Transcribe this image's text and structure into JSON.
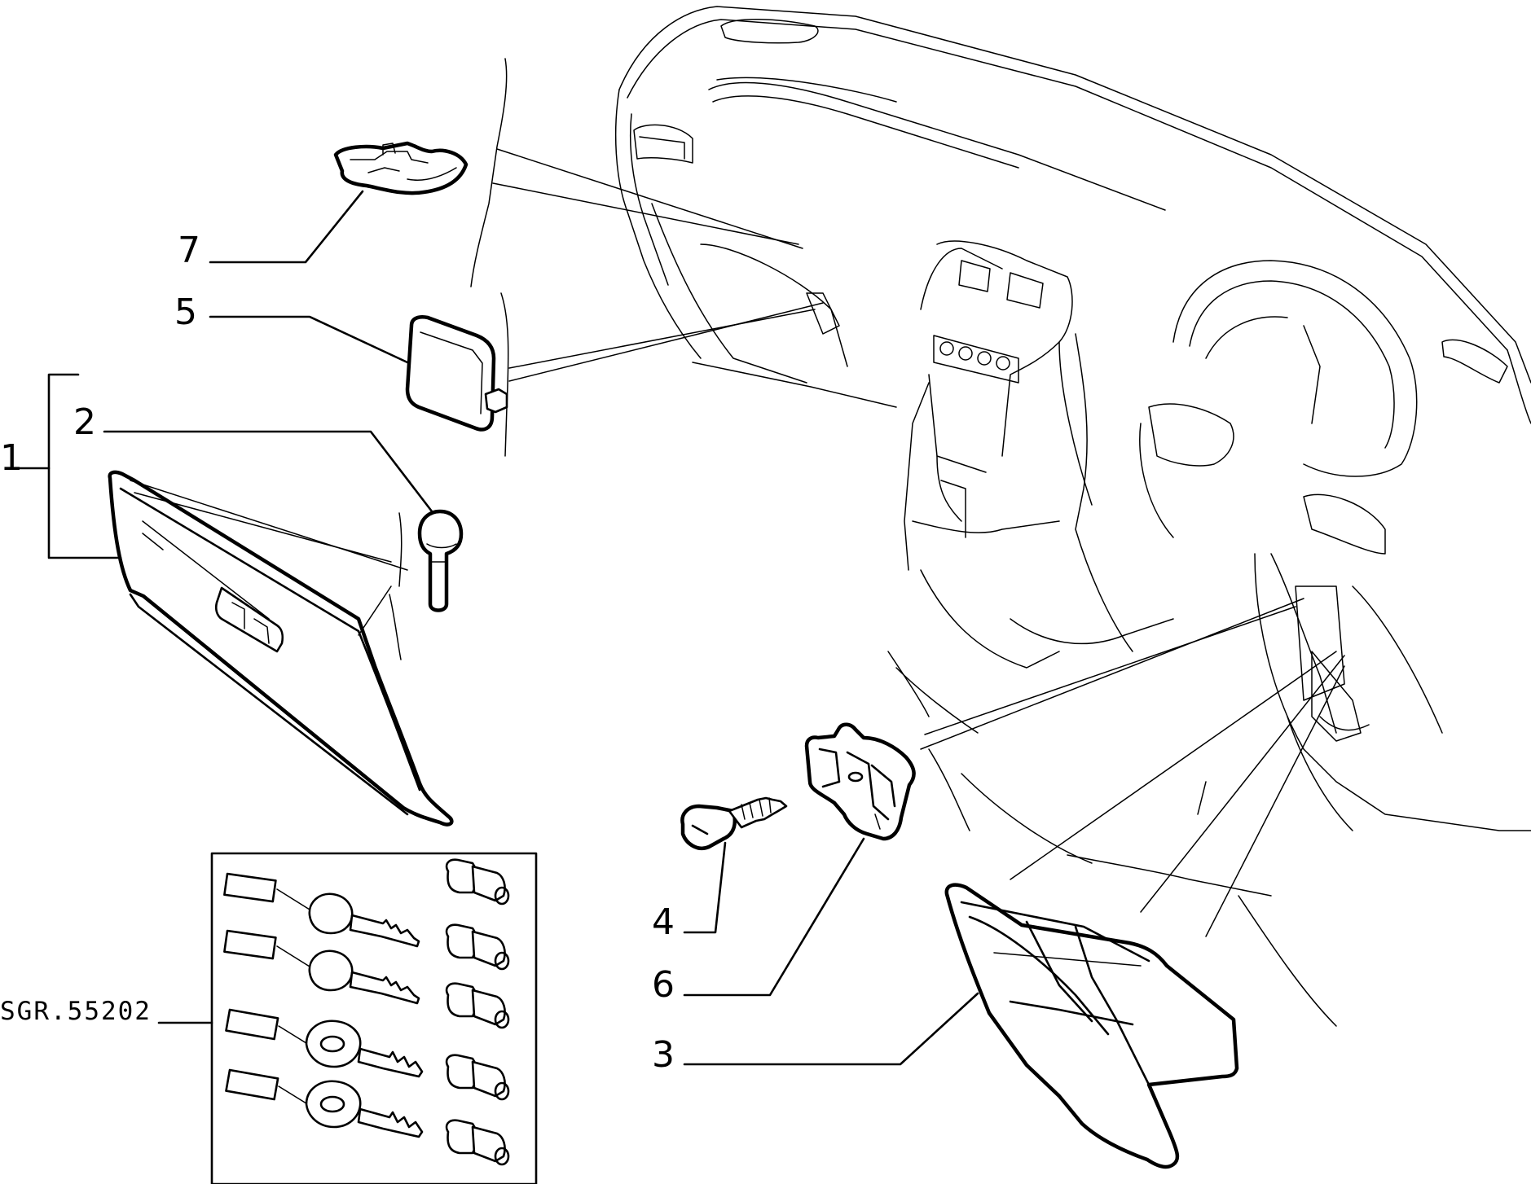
{
  "callouts": [
    {
      "id": "1",
      "text": "1"
    },
    {
      "id": "2",
      "text": "2"
    },
    {
      "id": "3",
      "text": "3"
    },
    {
      "id": "4",
      "text": "4"
    },
    {
      "id": "5",
      "text": "5"
    },
    {
      "id": "6",
      "text": "6"
    },
    {
      "id": "7",
      "text": "7"
    }
  ],
  "reference_code": "SGR.55202"
}
